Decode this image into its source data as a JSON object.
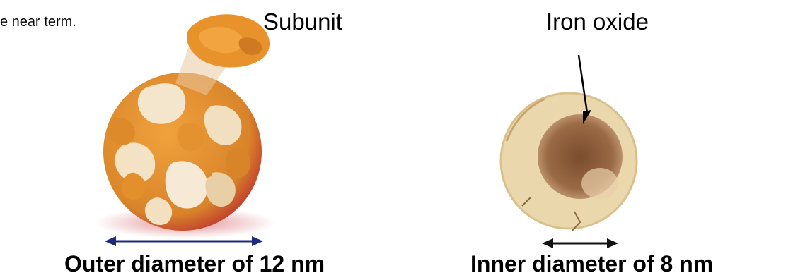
{
  "snippet_text": "e near term.",
  "labels": {
    "subunit": "Subunit",
    "iron_oxide": "Iron oxide"
  },
  "captions": {
    "outer": "Outer diameter of 12 nm",
    "inner": "Inner diameter of 8 nm"
  },
  "colors": {
    "orange": "#e8962e",
    "cream": "#f3e3c4",
    "red_edge": "#d04a3a",
    "core": "#8a5a38",
    "shell": "#ead7ac",
    "outer_arrow": "#1f2a7a",
    "inner_arrow": "#111111"
  }
}
